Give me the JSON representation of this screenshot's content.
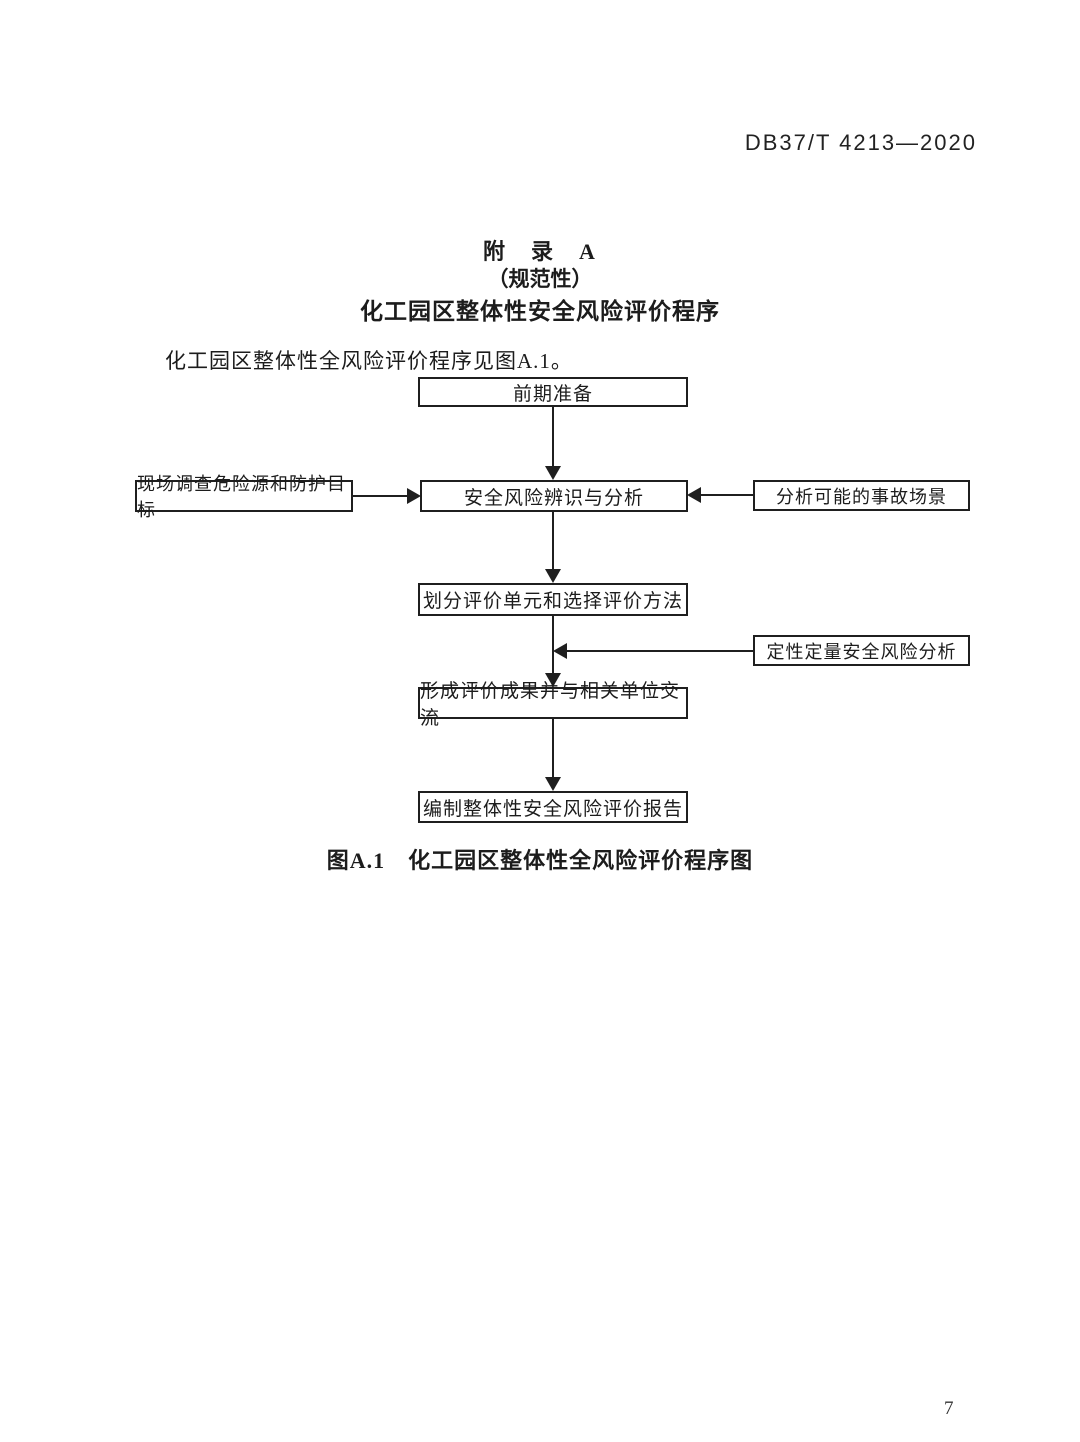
{
  "page": {
    "header": "DB37/T 4213—2020",
    "page_number": "7"
  },
  "appendix": {
    "title_line1": "附　录　A",
    "title_line2": "（规范性）",
    "title_line3": "化工园区整体性安全风险评价程序",
    "intro": "化工园区整体性全风险评价程序见图A.1。"
  },
  "flowchart": {
    "boxes": {
      "preparation": "前期准备",
      "identification": "安全风险辨识与分析",
      "site_survey": "现场调查危险源和防护目标",
      "accident_scenarios": "分析可能的事故场景",
      "unit_division": "划分评价单元和选择评价方法",
      "qualitative_quantitative": "定性定量安全风险分析",
      "results_exchange": "形成评价成果并与相关单位交流",
      "report": "编制整体性安全风险评价报告"
    },
    "caption": "图A.1　化工园区整体性全风险评价程序图"
  }
}
